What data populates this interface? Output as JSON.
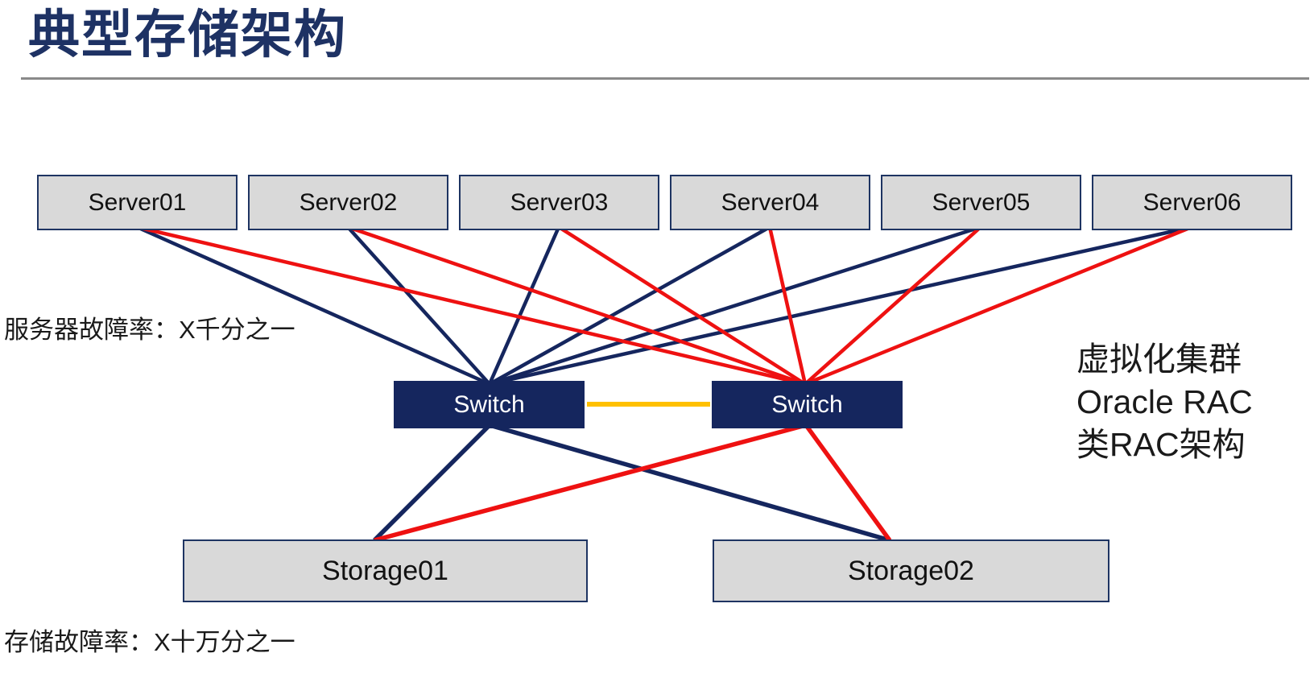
{
  "slide": {
    "title": "典型存储架构"
  },
  "servers": [
    "Server01",
    "Server02",
    "Server03",
    "Server04",
    "Server05",
    "Server06"
  ],
  "switches": [
    "Switch",
    "Switch"
  ],
  "storages": [
    "Storage01",
    "Storage02"
  ],
  "labels": {
    "server_failure_rate": "服务器故障率：X千分之一",
    "storage_failure_rate": "存储故障率：X十万分之一",
    "cluster_note_line1": "虚拟化集群",
    "cluster_note_line2": "Oracle RAC",
    "cluster_note_line3": "类RAC架构"
  },
  "colors": {
    "navy": "#15265e",
    "red": "#ee1111",
    "orange": "#ffc000",
    "box_fill": "#d9d9d9",
    "box_border": "#1e3462",
    "rule_gray": "#8a8a8a",
    "title_navy": "#1e3264"
  }
}
